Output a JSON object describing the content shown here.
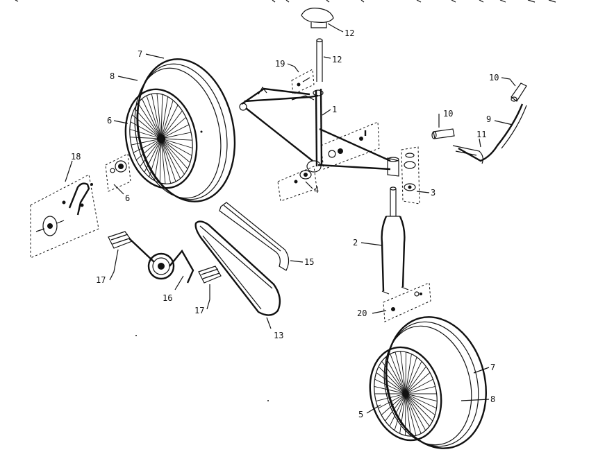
{
  "callouts": {
    "c1": "1",
    "c2": "2",
    "c3": "3",
    "c4": "4",
    "c5": "5",
    "c6a": "6",
    "c6b": "6",
    "c7a": "7",
    "c7b": "7",
    "c8a": "8",
    "c8b": "8",
    "c9": "9",
    "c10a": "10",
    "c10b": "10",
    "c11": "11",
    "c12a": "12",
    "c12b": "12",
    "c13": "13",
    "c15": "15",
    "c16": "16",
    "c17a": "17",
    "c17b": "17",
    "c18": "18",
    "c19": "19",
    "c20": "20"
  }
}
